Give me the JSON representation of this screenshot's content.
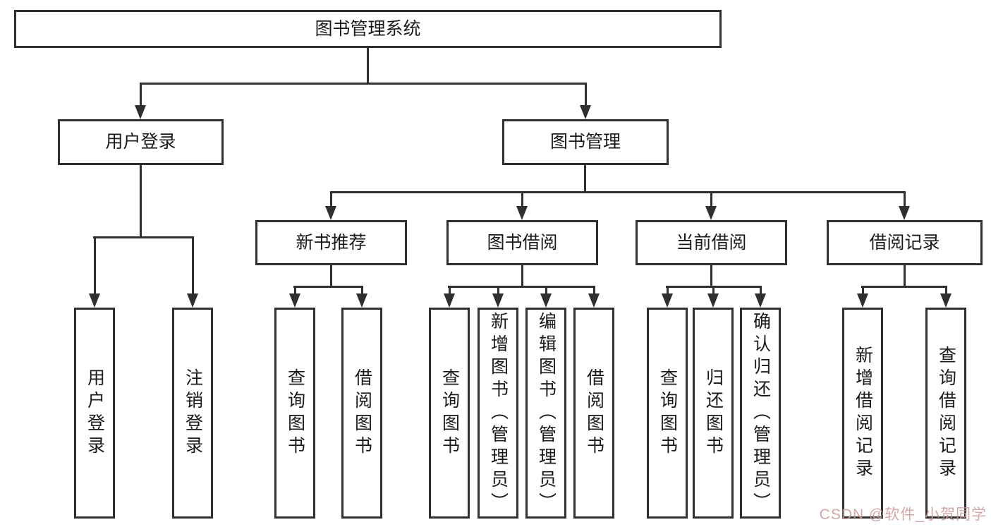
{
  "colors": {
    "line": "#2f2f2f",
    "box_fill": "#ffffff",
    "text": "#1a1a1a",
    "watermark": "#cb9898",
    "background": "#ffffff"
  },
  "tree": {
    "label": "图书管理系统",
    "children": [
      {
        "label": "用户登录",
        "children": [
          {
            "label": "用户登录"
          },
          {
            "label": "注销登录"
          }
        ]
      },
      {
        "label": "图书管理",
        "children": [
          {
            "label": "新书推荐",
            "children": [
              {
                "label": "查询图书"
              },
              {
                "label": "借阅图书"
              }
            ]
          },
          {
            "label": "图书借阅",
            "children": [
              {
                "label": "查询图书"
              },
              {
                "label": "新增图书（管理员）"
              },
              {
                "label": "编辑图书（管理员）"
              },
              {
                "label": "借阅图书"
              }
            ]
          },
          {
            "label": "当前借阅",
            "children": [
              {
                "label": "查询图书"
              },
              {
                "label": "归还图书"
              },
              {
                "label": "确认归还（管理员）"
              }
            ]
          },
          {
            "label": "借阅记录",
            "children": [
              {
                "label": "新增借阅记录"
              },
              {
                "label": "查询借阅记录"
              }
            ]
          }
        ]
      }
    ]
  },
  "watermark": {
    "text": "CSDN @软件_小贺同学"
  }
}
